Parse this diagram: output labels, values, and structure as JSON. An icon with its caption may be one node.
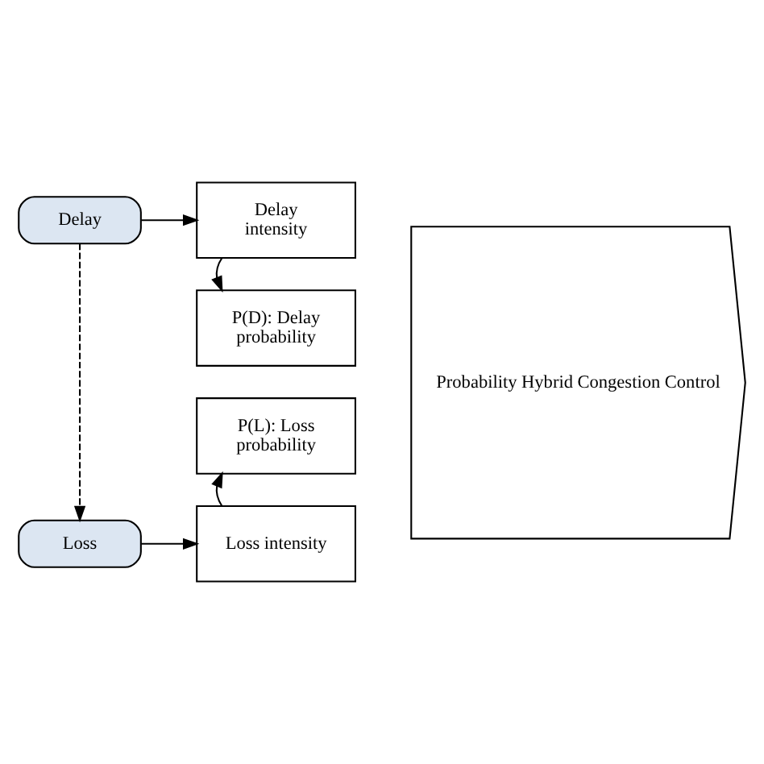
{
  "diagram": {
    "nodes": [
      {
        "text": [
          "Delay"
        ]
      },
      {
        "text": [
          "Loss"
        ]
      },
      {
        "text": [
          "Delay intensity"
        ]
      },
      {
        "text": [
          "P(D): Delay probability"
        ]
      },
      {
        "text": [
          "P(L): Loss probability"
        ]
      },
      {
        "text": [
          "Loss intensity"
        ]
      },
      {
        "text": [
          "Probability Hybrid Congestion Control"
        ]
      }
    ],
    "edges": [
      {
        "from": 0,
        "to": 2,
        "arrow": "to"
      },
      {
        "from": 2,
        "to": 3,
        "arrow": "to"
      },
      {
        "from": 0,
        "to": 1,
        "arrow": "to",
        "style": "dashed"
      },
      {
        "from": 1,
        "to": 5,
        "arrow": "to"
      },
      {
        "from": 5,
        "to": 4,
        "arrow": "to"
      }
    ]
  }
}
